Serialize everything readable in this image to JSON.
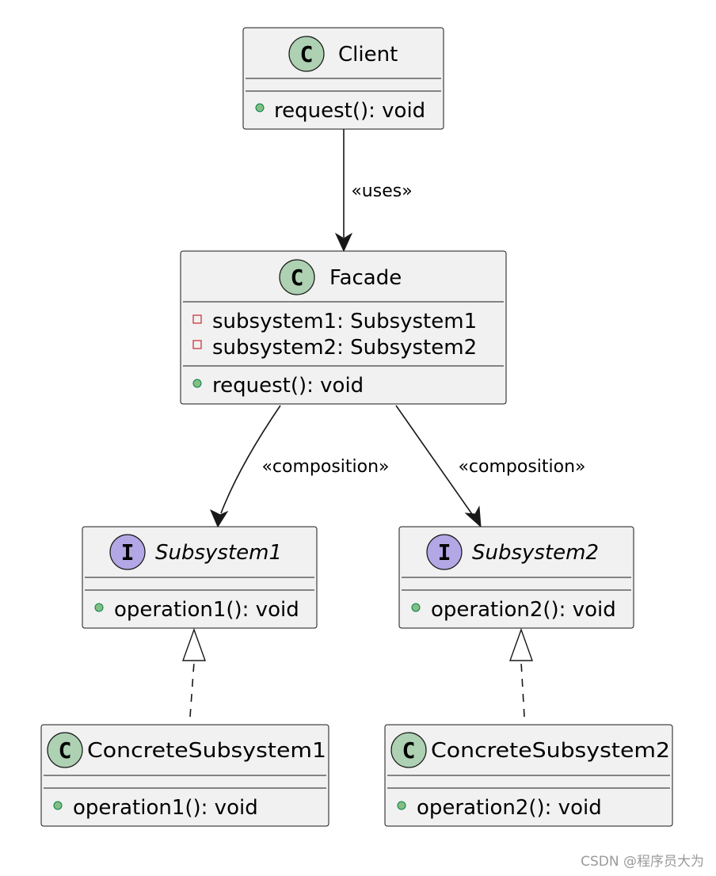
{
  "diagram": {
    "nodes": {
      "client": {
        "kind": "class",
        "badge": "C",
        "name": "Client",
        "fields": [],
        "methods": [
          {
            "visibility": "public",
            "text": "request(): void"
          }
        ]
      },
      "facade": {
        "kind": "class",
        "badge": "C",
        "name": "Facade",
        "fields": [
          {
            "visibility": "private",
            "text": "subsystem1: Subsystem1"
          },
          {
            "visibility": "private",
            "text": "subsystem2: Subsystem2"
          }
        ],
        "methods": [
          {
            "visibility": "public",
            "text": "request(): void"
          }
        ]
      },
      "subsystem1": {
        "kind": "interface",
        "badge": "I",
        "name": "Subsystem1",
        "fields": [],
        "methods": [
          {
            "visibility": "public",
            "text": "operation1(): void"
          }
        ]
      },
      "subsystem2": {
        "kind": "interface",
        "badge": "I",
        "name": "Subsystem2",
        "fields": [],
        "methods": [
          {
            "visibility": "public",
            "text": "operation2(): void"
          }
        ]
      },
      "concrete1": {
        "kind": "class",
        "badge": "C",
        "name": "ConcreteSubsystem1",
        "fields": [],
        "methods": [
          {
            "visibility": "public",
            "text": "operation1(): void"
          }
        ]
      },
      "concrete2": {
        "kind": "class",
        "badge": "C",
        "name": "ConcreteSubsystem2",
        "fields": [],
        "methods": [
          {
            "visibility": "public",
            "text": "operation2(): void"
          }
        ]
      }
    },
    "edges": [
      {
        "from": "client",
        "to": "facade",
        "type": "dependency",
        "label": "«uses»"
      },
      {
        "from": "facade",
        "to": "subsystem1",
        "type": "dependency",
        "label": "«composition»"
      },
      {
        "from": "facade",
        "to": "subsystem2",
        "type": "dependency",
        "label": "«composition»"
      },
      {
        "from": "concrete1",
        "to": "subsystem1",
        "type": "realization",
        "label": ""
      },
      {
        "from": "concrete2",
        "to": "subsystem2",
        "type": "realization",
        "label": ""
      }
    ],
    "watermark": "CSDN @程序员大为"
  }
}
